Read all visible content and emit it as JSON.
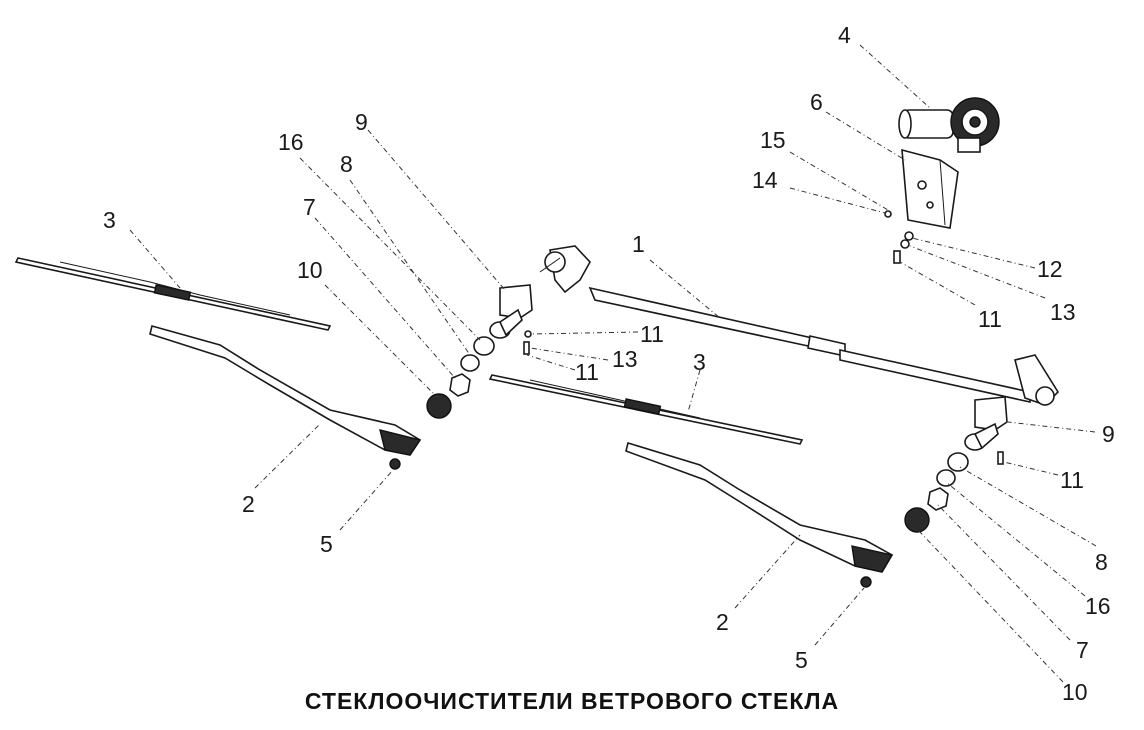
{
  "caption": "СТЕКЛООЧИСТИТЕЛИ ВЕТРОВОГО СТЕКЛА",
  "callouts": [
    {
      "id": "c-4",
      "text": "4"
    },
    {
      "id": "c-6",
      "text": "6"
    },
    {
      "id": "c-15",
      "text": "15"
    },
    {
      "id": "c-14",
      "text": "14"
    },
    {
      "id": "c-12",
      "text": "12"
    },
    {
      "id": "c-13a",
      "text": "13"
    },
    {
      "id": "c-11a",
      "text": "11"
    },
    {
      "id": "c-1",
      "text": "1"
    },
    {
      "id": "c-9a",
      "text": "9"
    },
    {
      "id": "c-16a",
      "text": "16"
    },
    {
      "id": "c-8a",
      "text": "8"
    },
    {
      "id": "c-7a",
      "text": "7"
    },
    {
      "id": "c-10a",
      "text": "10"
    },
    {
      "id": "c-3a",
      "text": "3"
    },
    {
      "id": "c-11b",
      "text": "11"
    },
    {
      "id": "c-13b",
      "text": "13"
    },
    {
      "id": "c-11c",
      "text": "11"
    },
    {
      "id": "c-2a",
      "text": "2"
    },
    {
      "id": "c-5a",
      "text": "5"
    },
    {
      "id": "c-3b",
      "text": "3"
    },
    {
      "id": "c-9b",
      "text": "9"
    },
    {
      "id": "c-11d",
      "text": "11"
    },
    {
      "id": "c-8b",
      "text": "8"
    },
    {
      "id": "c-16b",
      "text": "16"
    },
    {
      "id": "c-7b",
      "text": "7"
    },
    {
      "id": "c-10b",
      "text": "10"
    },
    {
      "id": "c-2b",
      "text": "2"
    },
    {
      "id": "c-5b",
      "text": "5"
    }
  ]
}
